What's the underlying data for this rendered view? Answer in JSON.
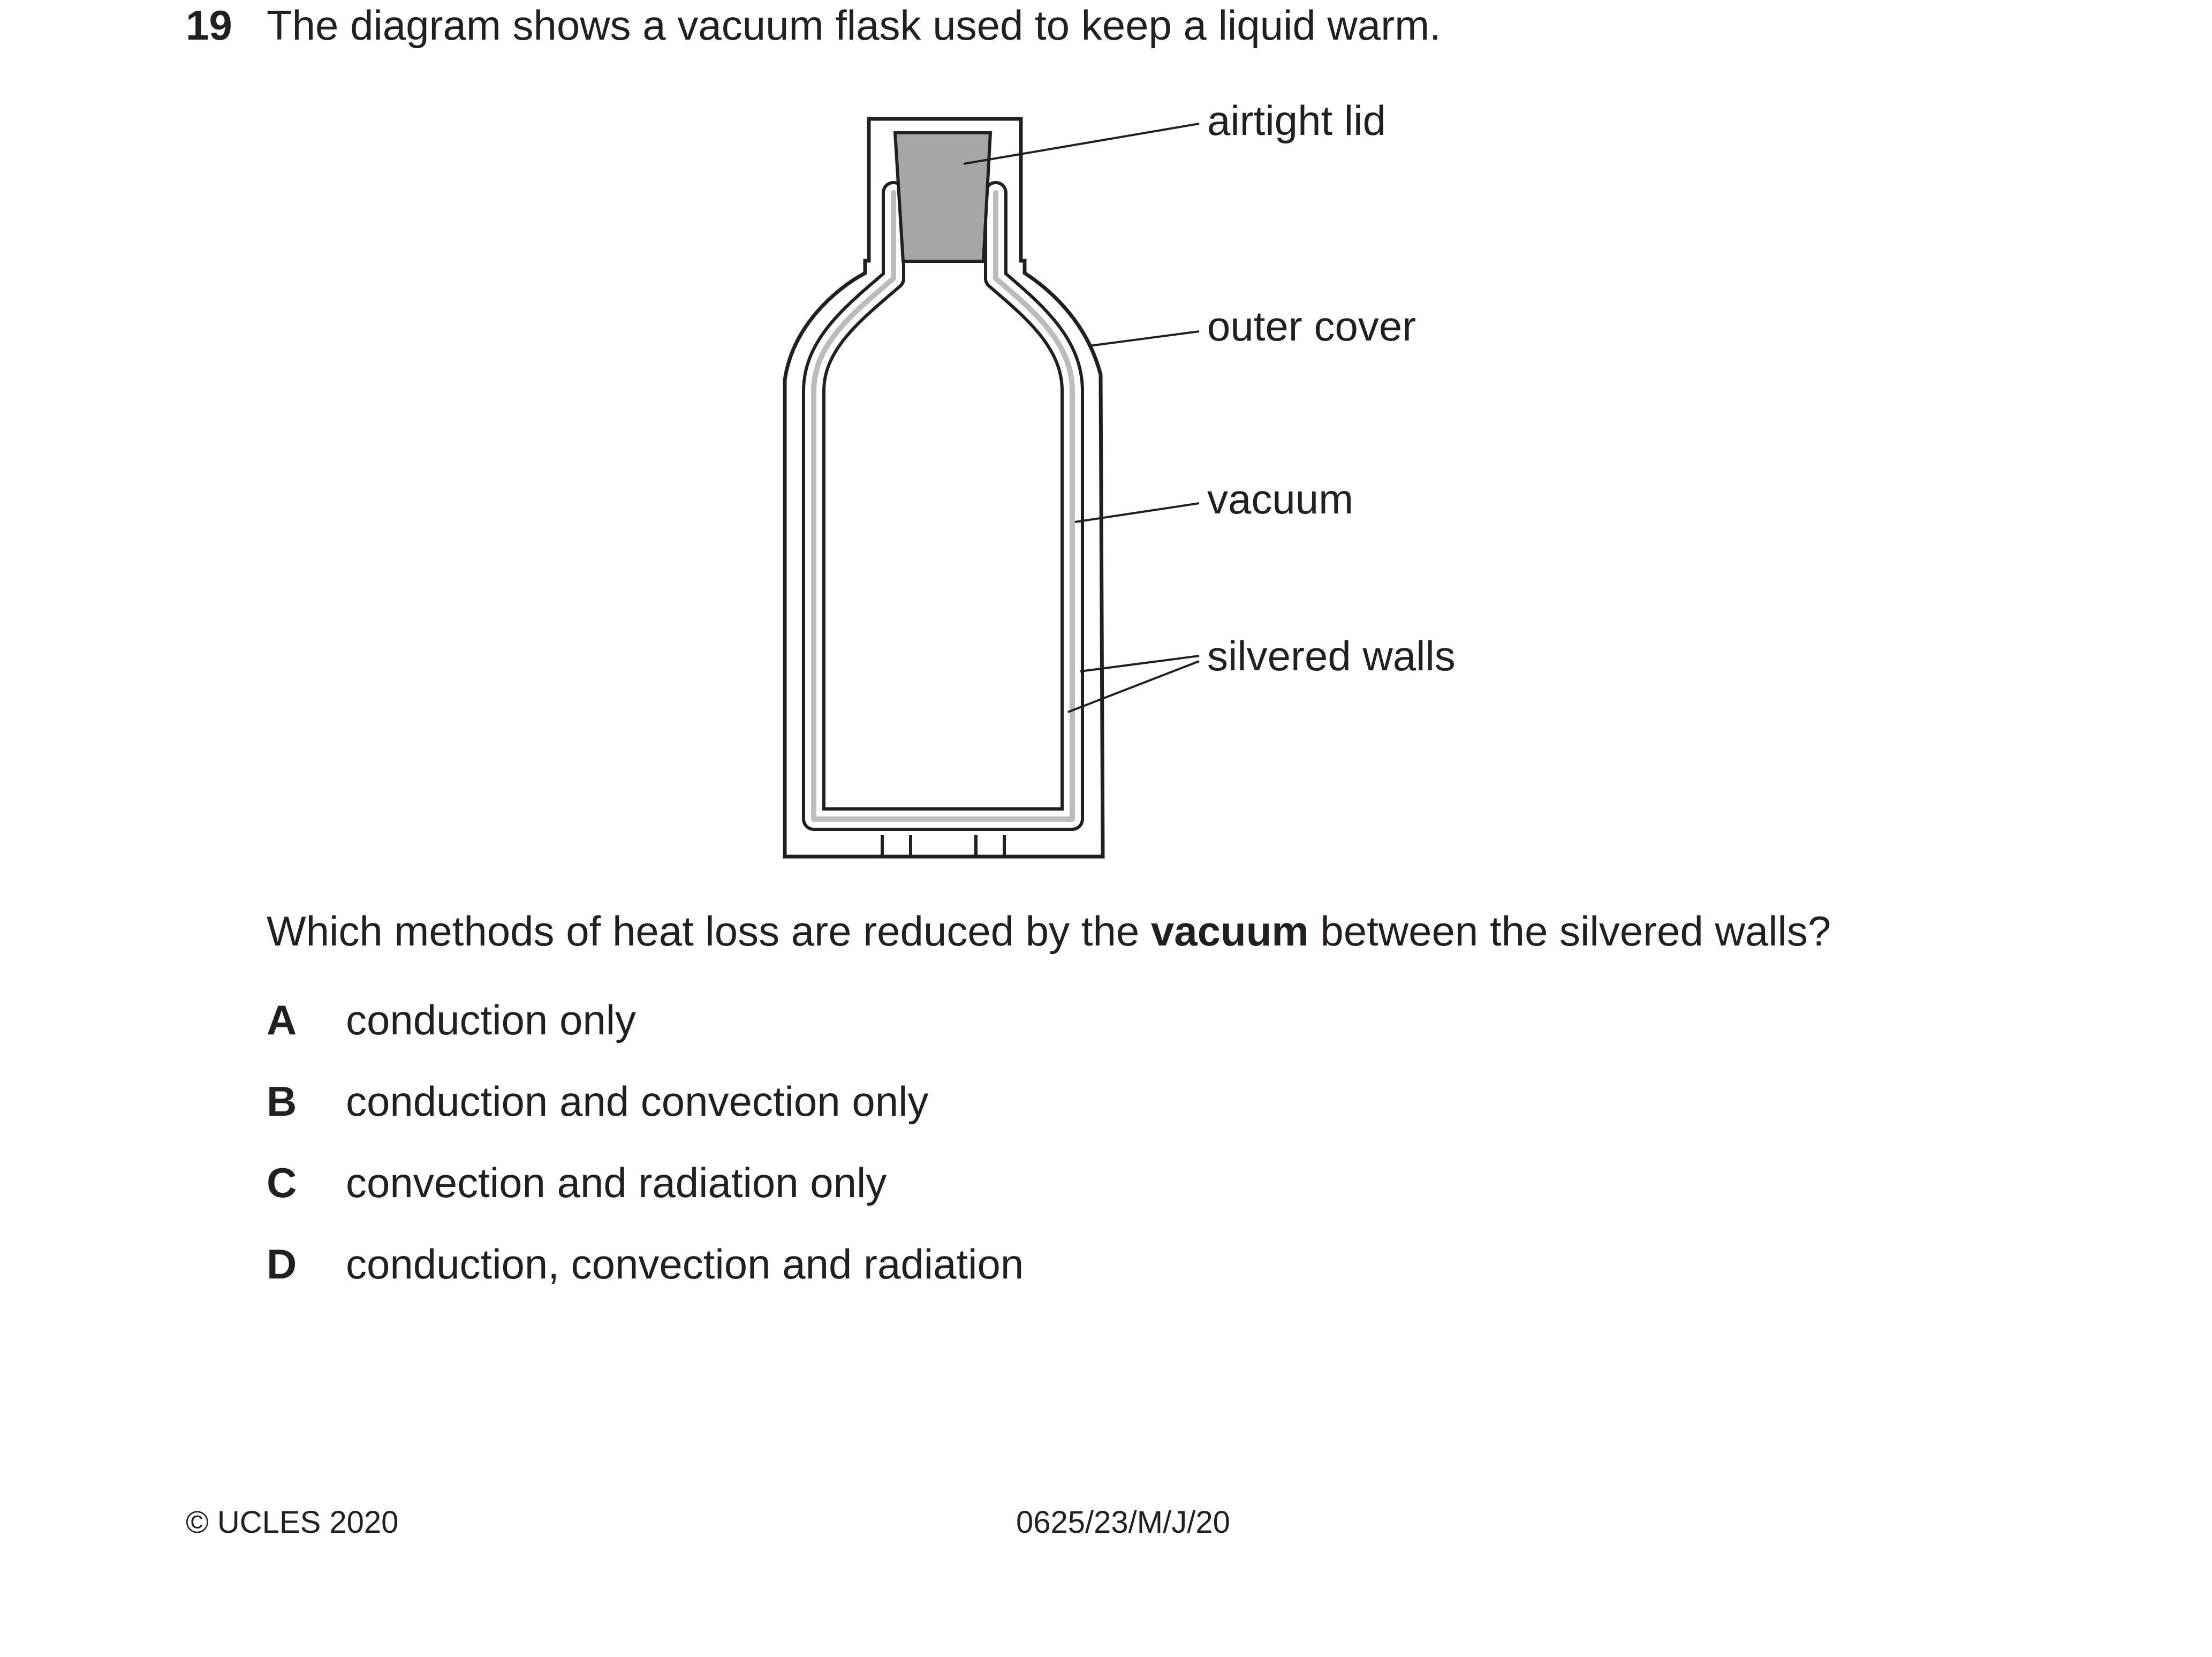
{
  "question": {
    "number": "19",
    "intro": "The diagram shows a vacuum flask used to keep a liquid warm."
  },
  "diagram": {
    "labels": {
      "lid": "airtight lid",
      "outer_cover": "outer cover",
      "vacuum": "vacuum",
      "silvered_walls": "silvered walls"
    },
    "colors": {
      "lid_fill": "#a7a5a6",
      "stroke": "#231f20"
    }
  },
  "prompt": {
    "before": "Which methods of heat loss are reduced by the ",
    "bold": "vacuum",
    "after": " between the silvered walls?"
  },
  "options": [
    {
      "letter": "A",
      "text": "conduction only"
    },
    {
      "letter": "B",
      "text": "conduction and convection only"
    },
    {
      "letter": "C",
      "text": "convection and radiation only"
    },
    {
      "letter": "D",
      "text": "conduction, convection and radiation"
    }
  ],
  "footer": {
    "copyright": "© UCLES 2020",
    "code": "0625/23/M/J/20"
  }
}
